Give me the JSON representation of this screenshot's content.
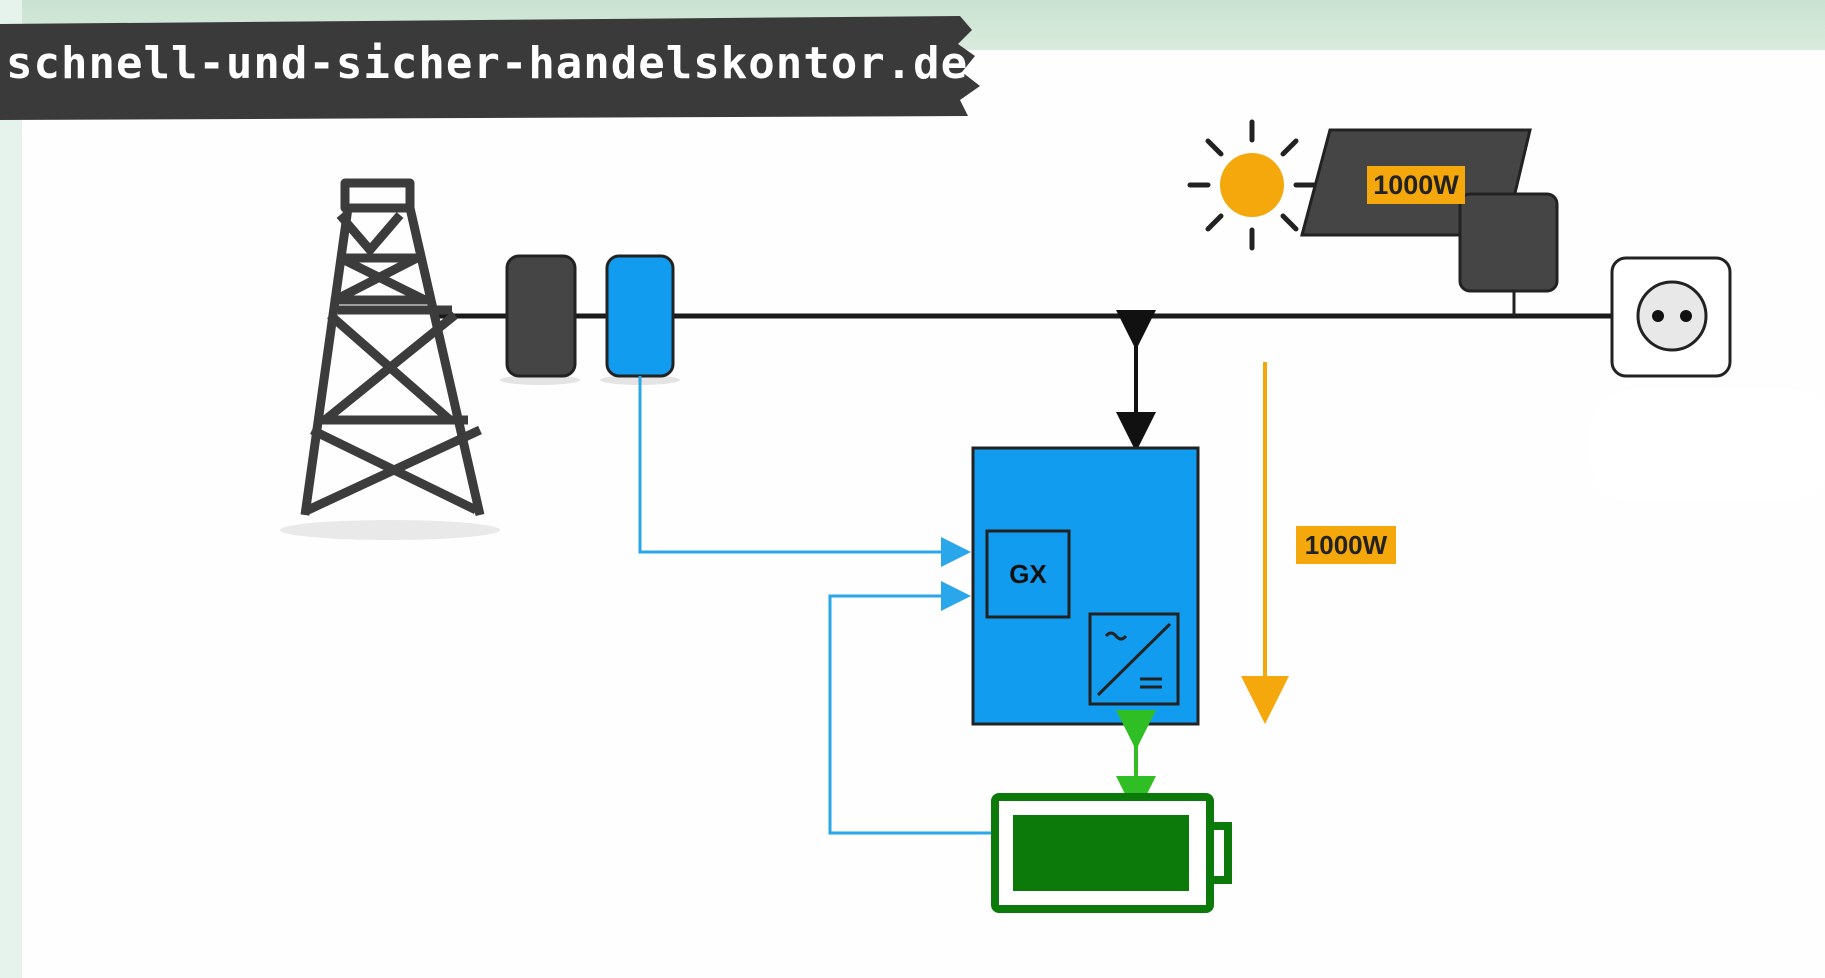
{
  "banner": {
    "text": "schnell-und-sicher-handelskontor.de"
  },
  "labels": {
    "solar_power": "1000W",
    "flow_power": "1000W",
    "gx": "GX"
  },
  "icons": {
    "grid_tower": "power-tower-icon",
    "meter": "energy-meter-icon",
    "smart_meter": "smart-meter-icon",
    "sun": "sun-icon",
    "solar_panel": "solar-panel-icon",
    "micro_inverter": "micro-inverter-icon",
    "socket": "power-socket-icon",
    "inverter": "inverter-charger-icon",
    "converter": "ac-dc-converter-icon",
    "battery": "battery-icon"
  },
  "colors": {
    "banner": "#3a3a3a",
    "blue": "#129cf0",
    "orange": "#f5a80b",
    "dark": "#3c3c3c",
    "green": "#0b7a0b",
    "green_arrow": "#2fbf25",
    "line_blue": "#2aa6ea"
  }
}
